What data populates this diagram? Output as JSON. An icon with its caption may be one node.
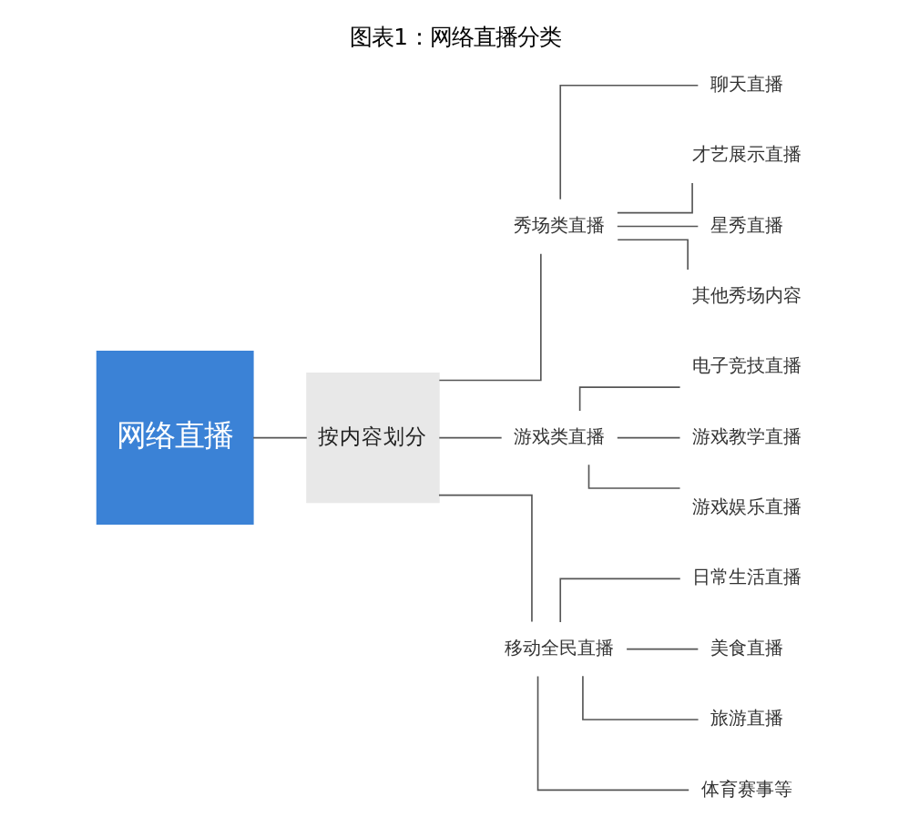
{
  "diagram": {
    "title": "图表1：网络直播分类",
    "nodes": [
      {
        "text": [
          "网络直播"
        ]
      },
      {
        "text": [
          "按内容划分"
        ]
      },
      {
        "text": [
          "秀场类直播"
        ]
      },
      {
        "text": [
          "游戏类直播"
        ]
      },
      {
        "text": [
          "移动全民直播"
        ]
      },
      {
        "text": [
          "聊天直播"
        ]
      },
      {
        "text": [
          "才艺展示直播"
        ]
      },
      {
        "text": [
          "星秀直播"
        ]
      },
      {
        "text": [
          "其他秀场内容"
        ]
      },
      {
        "text": [
          "电子竞技直播"
        ]
      },
      {
        "text": [
          "游戏教学直播"
        ]
      },
      {
        "text": [
          "游戏娱乐直播"
        ]
      },
      {
        "text": [
          "日常生活直播"
        ]
      },
      {
        "text": [
          "美食直播"
        ]
      },
      {
        "text": [
          "旅游直播"
        ]
      },
      {
        "text": [
          "体育赛事等"
        ]
      }
    ],
    "edges": [
      {
        "from": 0,
        "to": 1,
        "arrow": "none"
      },
      {
        "from": 1,
        "to": 2,
        "arrow": "none"
      },
      {
        "from": 1,
        "to": 3,
        "arrow": "none"
      },
      {
        "from": 1,
        "to": 4,
        "arrow": "none"
      },
      {
        "from": 2,
        "to": 5,
        "arrow": "none"
      },
      {
        "from": 2,
        "to": 6,
        "arrow": "none"
      },
      {
        "from": 2,
        "to": 7,
        "arrow": "none"
      },
      {
        "from": 2,
        "to": 8,
        "arrow": "none"
      },
      {
        "from": 3,
        "to": 9,
        "arrow": "none"
      },
      {
        "from": 3,
        "to": 10,
        "arrow": "none"
      },
      {
        "from": 3,
        "to": 11,
        "arrow": "none"
      },
      {
        "from": 4,
        "to": 12,
        "arrow": "none"
      },
      {
        "from": 4,
        "to": 13,
        "arrow": "none"
      },
      {
        "from": 4,
        "to": 14,
        "arrow": "none"
      },
      {
        "from": 4,
        "to": 15,
        "arrow": "none"
      }
    ]
  }
}
